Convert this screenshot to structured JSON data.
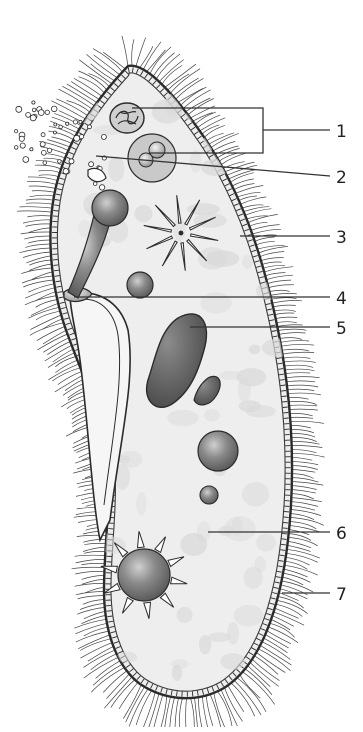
{
  "diagram": {
    "labels": [
      "1",
      "2",
      "3",
      "4",
      "5",
      "6",
      "7"
    ],
    "colors": {
      "outline": "#2b2b2b",
      "cell_fill": "#eeeeee",
      "mottle": "#d9d9d9",
      "vacuole_dark": "#7a7a7a",
      "vacuole_mid": "#b3b3b3",
      "macronucleus": "#5a5a5a",
      "cilia": "#444444",
      "leader": "#333333"
    }
  }
}
